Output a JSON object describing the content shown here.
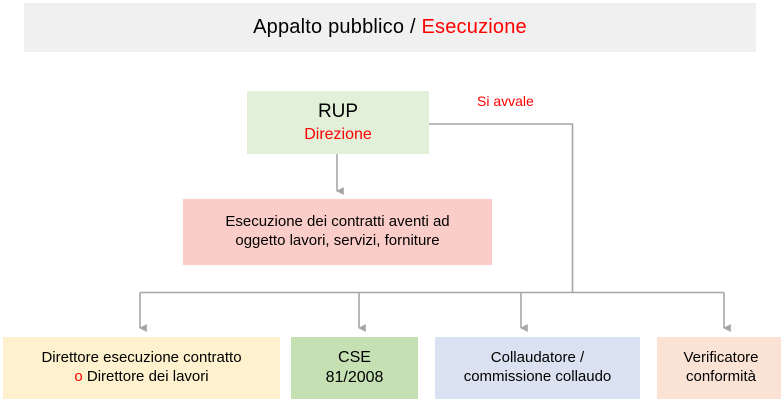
{
  "diagram": {
    "title_prefix": "Appalto pubblico / ",
    "title_accent": "Esecuzione",
    "title_full": "Appalto pubblico / Esecuzione"
  },
  "nodes": {
    "rup": {
      "line1": "RUP",
      "line2": "Direzione",
      "fill": "#e2efd9",
      "accent_color": "#ff0000"
    },
    "esecuzione": {
      "line1": "Esecuzione dei contratti aventi ad",
      "line2": "oggetto lavori, servizi, forniture",
      "fill": "#fbcdc8"
    },
    "direttore": {
      "line1": "Direttore esecuzione contratto",
      "line2_conjunction": "o",
      "line2_rest": " Direttore dei lavori",
      "fill": "#fdf2cd",
      "accent_color": "#ff0000"
    },
    "cse": {
      "line1": "CSE",
      "line2": "81/2008",
      "fill": "#c5e0b3"
    },
    "collaudatore": {
      "line1": "Collaudatore /",
      "line2": "commissione collaudo",
      "fill": "#dae1f0"
    },
    "verificatore": {
      "line1": "Verificatore",
      "line2": "conformità",
      "fill": "#fae3d5"
    }
  },
  "edges": {
    "si_avvale_label": "Si avvale",
    "connector_color": "#a6a6a6"
  }
}
